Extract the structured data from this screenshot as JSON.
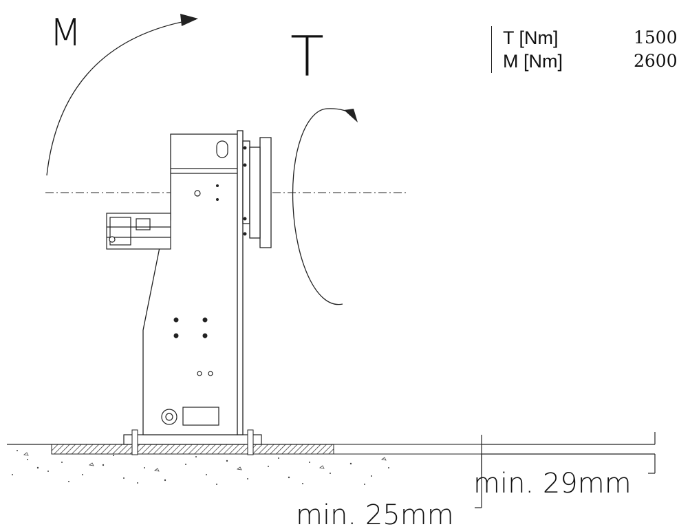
{
  "symbols": {
    "moment": "M",
    "torque": "T"
  },
  "spec_table": {
    "rows": [
      {
        "label": "T [Nm]",
        "value": "1500"
      },
      {
        "label": "M [Nm]",
        "value": "2600"
      }
    ]
  },
  "dimensions": {
    "upper": "min. 29mm",
    "lower": "min. 25mm"
  }
}
